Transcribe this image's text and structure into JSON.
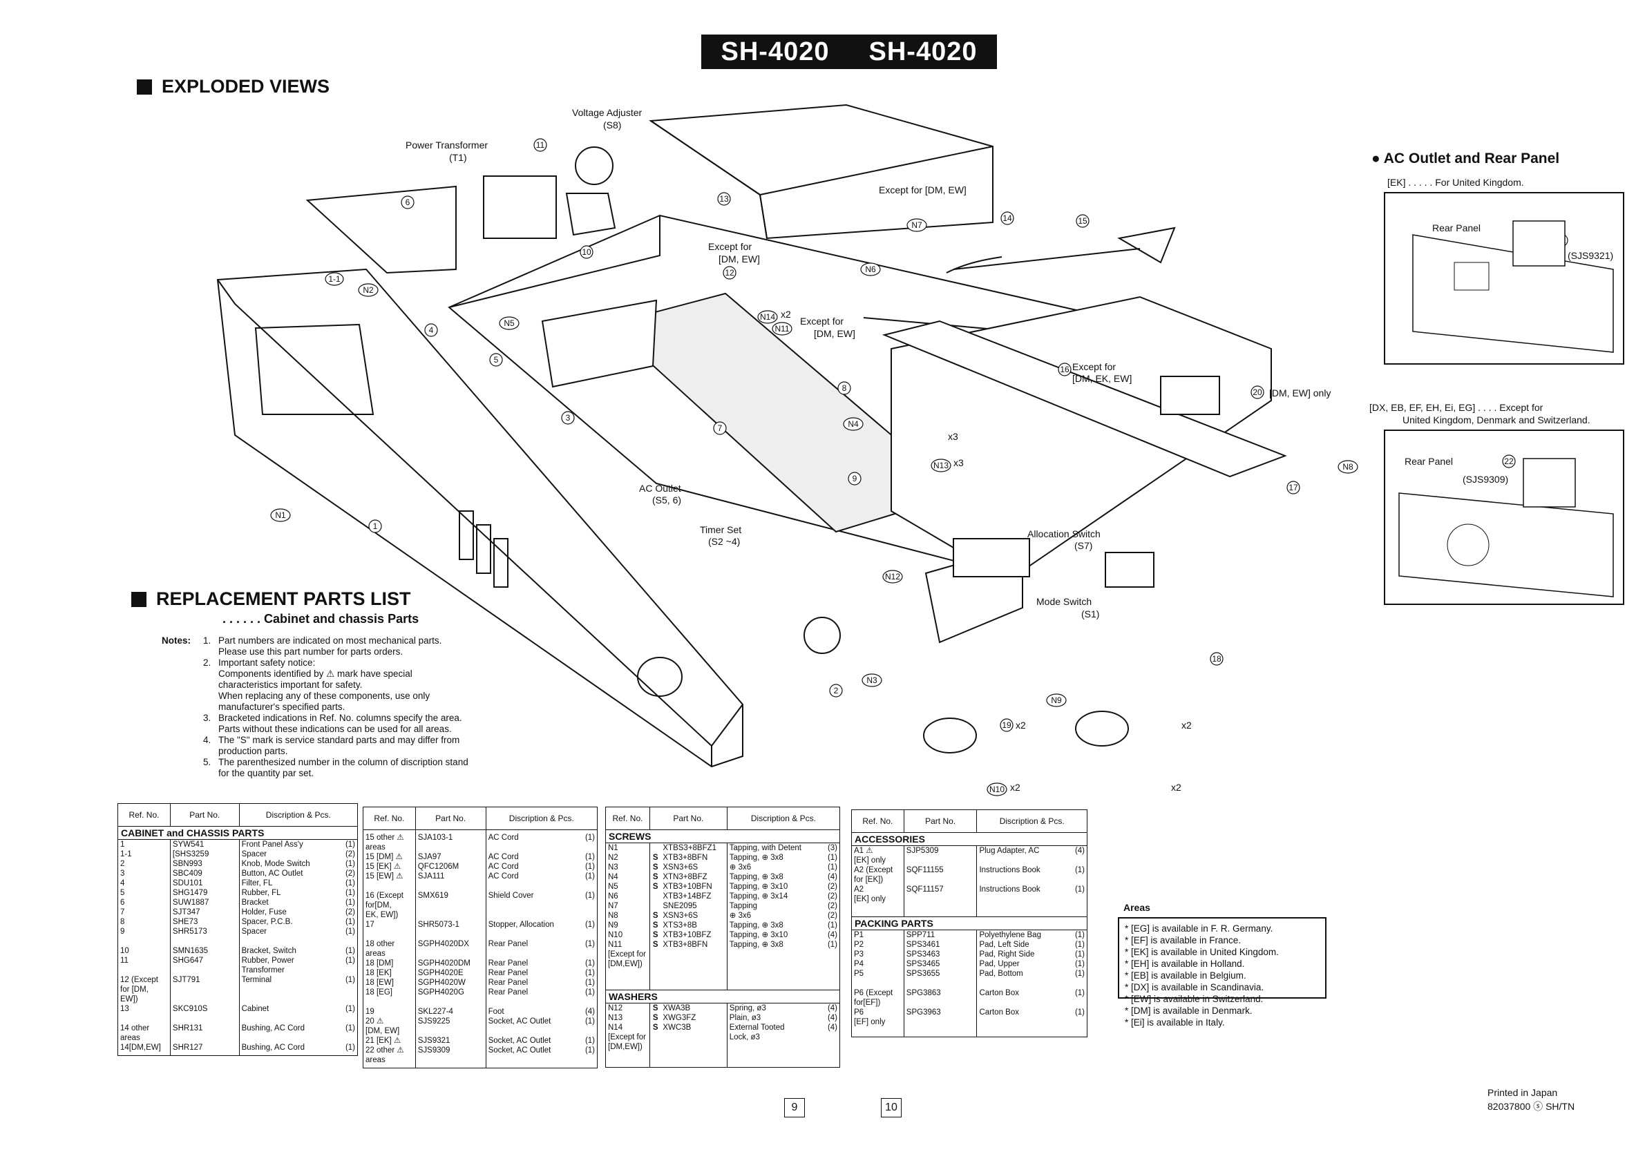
{
  "header": {
    "model_left": "SH-4020",
    "model_right": "SH-4020"
  },
  "exploded": {
    "title": "EXPLODED VIEWS",
    "callouts": {
      "voltage_adjuster": "Voltage Adjuster",
      "voltage_adjuster_ref": "(S8)",
      "power_transformer": "Power Transformer",
      "power_transformer_ref": "(T1)",
      "except_dm_ew": "Except for [DM, EW]",
      "except_for": "Except for",
      "dm_ew": "[DM, EW]",
      "except_dm_ek_ew_1": "Except for",
      "except_dm_ek_ew_2": "[DM, EK, EW]",
      "dm_ew_only": "[DM, EW] only",
      "ac_outlet": "AC Outlet",
      "ac_outlet_ref": "(S5, 6)",
      "timer_set": "Timer Set",
      "timer_set_ref": "(S2 ~4)",
      "allocation_switch": "Allocation Switch",
      "allocation_switch_ref": "(S7)",
      "mode_switch": "Mode Switch",
      "mode_switch_ref": "(S1)",
      "x2": "x2",
      "x3": "x3"
    },
    "labels": [
      "1",
      "1-1",
      "2",
      "3",
      "4",
      "5",
      "6",
      "7",
      "8",
      "9",
      "10",
      "11",
      "12",
      "13",
      "14",
      "15",
      "16",
      "17",
      "18",
      "19",
      "20",
      "21",
      "22",
      "N1",
      "N2",
      "N3",
      "N4",
      "N5",
      "N6",
      "N7",
      "N8",
      "N9",
      "N10",
      "N11",
      "N12",
      "N13",
      "N14"
    ]
  },
  "ac_outlet_panel": {
    "title": "AC Outlet and Rear Panel",
    "ek_line": "[EK] . . . . .  For United Kingdom.",
    "ek_rear_panel": "Rear Panel",
    "ek_part": "(SJS9321)",
    "dx_line_1": "[DX, EB, EF, EH, Ei, EG] . . . .  Except for",
    "dx_line_2": "United Kingdom, Denmark and Switzerland.",
    "dx_rear_panel": "Rear Panel",
    "dx_part": "(SJS9309)"
  },
  "replacement": {
    "title": "REPLACEMENT PARTS LIST",
    "subtitle": ". . . . . .  Cabinet and chassis Parts",
    "notes_label": "Notes:",
    "notes": [
      {
        "n": "1.",
        "text": "Part numbers are indicated on most mechanical parts.\nPlease use this part number for parts orders."
      },
      {
        "n": "2.",
        "text": "Important safety notice:\nComponents identified by  ⚠  mark have special\ncharacteristics important for safety.\nWhen replacing any of these components, use only\nmanufacturer's specified parts."
      },
      {
        "n": "3.",
        "text": "Bracketed indications in Ref. No. columns specify the area.\nParts without these indications can be used for all areas."
      },
      {
        "n": "4.",
        "text": "The \"S\" mark is service standard parts and may differ from\nproduction parts."
      },
      {
        "n": "5.",
        "text": "The parenthesized number in the column of discription stand\nfor the quantity par set."
      }
    ]
  },
  "tables": {
    "headers": {
      "ref": "Ref. No.",
      "part": "Part No.",
      "desc": "Discription & Pcs."
    },
    "t1": {
      "section": "CABINET and CHASSIS PARTS",
      "rows": [
        {
          "ref": "1\n1-1\n2\n3\n4\n5\n6\n7\n8\n9",
          "part": "SYW541\n[SHS3259\nSBN993\nSBC409\nSDU101\nSHG1479\nSUW1887\nSJT347\nSHE73\nSHR5173",
          "desc": "Front Panel Ass'y\nSpacer\nKnob, Mode Switch\nButton, AC Outlet\nFilter, FL\nRubber, FL\nBracket\nHolder, Fuse\nSpacer, P.C.B.\nSpacer",
          "qty": "(1)\n(2)\n(1)\n(2)\n(1)\n(1)\n(1)\n(2)\n(1)\n(1)"
        },
        {
          "ref": "10\n11\n\n12 (Except\n  for [DM,\n  EW])\n13",
          "part": "SMN1635\nSHG647\n\nSJT791\n\n\nSKC910S",
          "desc": "Bracket, Switch\nRubber, Power\nTransformer\nTerminal\n\n\nCabinet",
          "qty": "(1)\n(1)\n\n(1)\n\n\n(1)"
        },
        {
          "ref": "14 other\n  areas\n14[DM,EW]",
          "part": "SHR131\n\nSHR127",
          "desc": "Bushing, AC Cord\n\nBushing, AC Cord",
          "qty": "(1)\n\n(1)"
        }
      ]
    },
    "t2": {
      "rows": [
        {
          "ref": "15 other ⚠\n  areas\n15 [DM] ⚠\n15 [EK] ⚠\n15 [EW] ⚠",
          "part": "SJA103-1\n\nSJA97\nQFC1206M\nSJA111",
          "desc": "AC Cord\n\nAC Cord\nAC Cord\nAC Cord",
          "qty": "(1)\n\n(1)\n(1)\n(1)"
        },
        {
          "ref": "16 (Except\n  for[DM,\n  EK, EW])\n17",
          "part": "SMX619\n\n\nSHR5073-1",
          "desc": "Shield Cover\n\n\nStopper, Allocation",
          "qty": "(1)\n\n\n(1)"
        },
        {
          "ref": "18 other\n  areas\n18 [DM]\n18 [EK]\n18 [EW]\n18 [EG]",
          "part": "SGPH4020DX\n\nSGPH4020DM\nSGPH4020E\nSGPH4020W\nSGPH4020G",
          "desc": "Rear Panel\n\nRear Panel\nRear Panel\nRear Panel\nRear Panel",
          "qty": "(1)\n\n(1)\n(1)\n(1)\n(1)"
        },
        {
          "ref": "19\n20  ⚠\n[DM, EW]\n21 [EK] ⚠\n22 other ⚠\n  areas",
          "part": "SKL227-4\nSJS9225\n\nSJS9321\nSJS9309",
          "desc": "Foot\nSocket, AC Outlet\n\nSocket, AC Outlet\nSocket, AC Outlet",
          "qty": "(4)\n(1)\n\n(1)\n(1)"
        }
      ]
    },
    "t3": {
      "screws_section": "SCREWS",
      "screws": {
        "ref": "N1\nN2\nN3\nN4\nN5\nN6\nN7\nN8\nN9\nN10\nN11\n[Except for\n[DM,EW])",
        "s": "\nS\nS\nS\nS\n\n\nS\nS\nS\nS",
        "part": "XTBS3+8BFZ1\nXTB3+8BFN\nXSN3+6S\nXTN3+8BFZ\nXTB3+10BFN\nXTB3+14BFZ\nSNE2095\nXSN3+6S\nXTS3+8B\nXTB3+10BFZ\nXTB3+8BFN",
        "desc": "Tapping, with Detent\nTapping, ⊕ 3x8\n  ⊕ 3x6\nTapping, ⊕ 3x8\nTapping, ⊕ 3x10\nTapping, ⊕ 3x14\nTapping\n  ⊕ 3x6\nTapping, ⊕ 3x8\nTapping, ⊕ 3x10\nTapping, ⊕ 3x8",
        "qty": "(3)\n(1)\n(1)\n(4)\n(2)\n(2)\n(2)\n(2)\n(1)\n(4)\n(1)"
      },
      "washers_section": "WASHERS",
      "washers": {
        "ref": "N12\nN13\nN14\n[Except for\n[DM,EW])",
        "s": "S\nS\nS",
        "part": "XWA3B\nXWG3FZ\nXWC3B",
        "desc": "Spring, ø3\nPlain, ø3\nExternal Tooted\nLock, ø3",
        "qty": "(4)\n(4)\n(4)"
      }
    },
    "t4": {
      "acc_section": "ACCESSORIES",
      "acc": {
        "ref": "A1  ⚠\n[EK] only\nA2 (Except\nfor [EK])\nA2\n[EK] only",
        "part": "SJP5309\n\nSQF11155\n\nSQF11157",
        "desc": "Plug Adapter, AC\n\nInstructions Book\n\nInstructions Book",
        "qty": "(4)\n\n(1)\n\n(1)"
      },
      "pack_section": "PACKING PARTS",
      "pack": {
        "ref": "P1\nP2\nP3\nP4\nP5\n\nP6 (Except\nfor[EF])\nP6\n[EF] only",
        "part": "SPP711\nSPS3461\nSPS3463\nSPS3465\nSPS3655\n\nSPG3863\n\nSPG3963",
        "desc": "Polyethylene Bag\nPad, Left Side\nPad, Right Side\nPad, Upper\nPad, Bottom\n\nCarton Box\n\nCarton Box",
        "qty": "(1)\n(1)\n(1)\n(1)\n(1)\n\n(1)\n\n(1)"
      }
    }
  },
  "areas": {
    "title": "Areas",
    "items": [
      "* [EG] is available in F. R. Germany.",
      "* [EF] is available in France.",
      "* [EK] is available in United Kingdom.",
      "* [EH] is available in Holland.",
      "* [EB] is available in Belgium.",
      "* [DX] is available in Scandinavia.",
      "* [EW] is available in Switzerland.",
      "* [DM] is available in Denmark.",
      "* [Ei] is available in Italy."
    ]
  },
  "footer": {
    "page_left": "9",
    "page_right": "10",
    "printed": "Printed  in  Japan",
    "code": "82037800 ⓢ SH/TN"
  }
}
